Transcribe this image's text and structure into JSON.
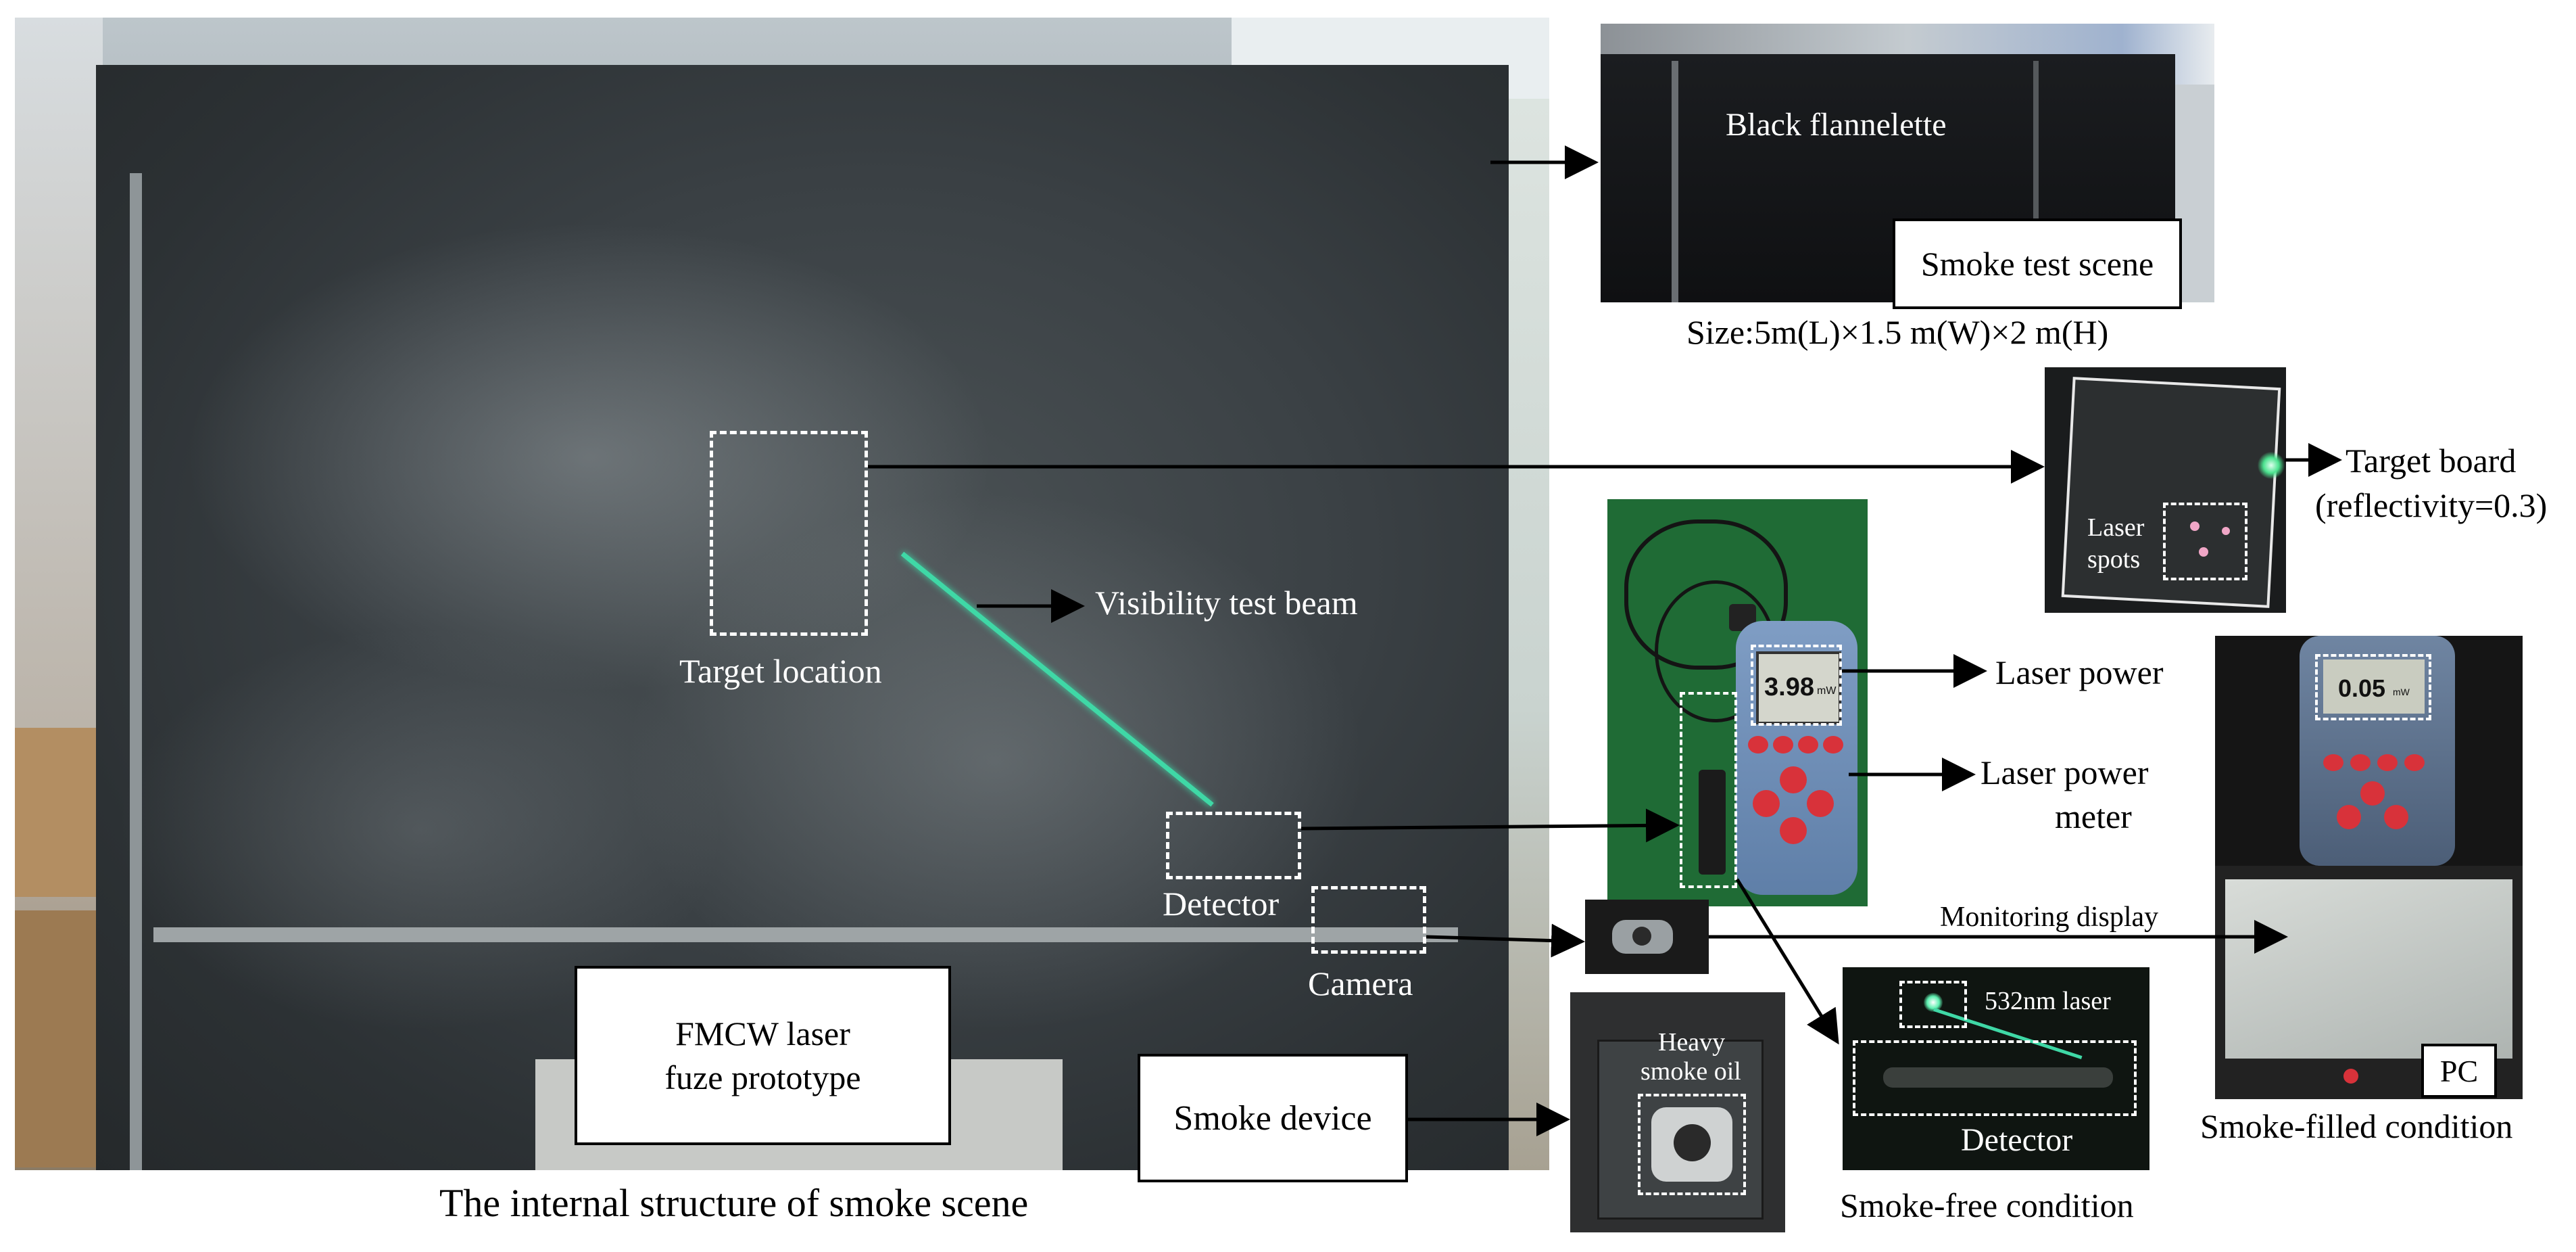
{
  "main_scene": {
    "caption": "The internal structure of smoke scene",
    "labels": {
      "target_location": "Target location",
      "visibility_beam": "Visibility test beam",
      "detector": "Detector",
      "camera": "Camera"
    },
    "prototype_box": [
      "FMCW laser",
      "fuze prototype"
    ],
    "smoke_device_box": "Smoke device"
  },
  "scene_photo": {
    "inner_label": "Black flannelette",
    "box_label": "Smoke test scene",
    "size_caption": "Size:5m(L)×1.5 m(W)×2 m(H)"
  },
  "target_board": {
    "inner_label_line1": "Laser",
    "inner_label_line2": "spots",
    "label_line1": "Target board",
    "label_line2": "(reflectivity=0.3)"
  },
  "power_meter": {
    "reading": "3.98",
    "unit": "mW",
    "laser_power_label": "Laser power",
    "meter_label_line1": "Laser power",
    "meter_label_line2": "meter"
  },
  "smoke_filled": {
    "reading": "0.05",
    "unit": "mW",
    "pc_label": "PC",
    "caption": "Smoke-filled condition",
    "monitoring_label": "Monitoring display"
  },
  "smoke_free": {
    "laser_label": "532nm laser",
    "detector_label": "Detector",
    "caption": "Smoke-free condition"
  },
  "smoke_oil": {
    "label_line1": "Heavy",
    "label_line2": "smoke oil"
  },
  "colors": {
    "laser_green": "#3fd8a6",
    "keypad_red": "#d8323a",
    "meter_blue": "#6f8fb8",
    "board_green": "#1f6b35"
  }
}
